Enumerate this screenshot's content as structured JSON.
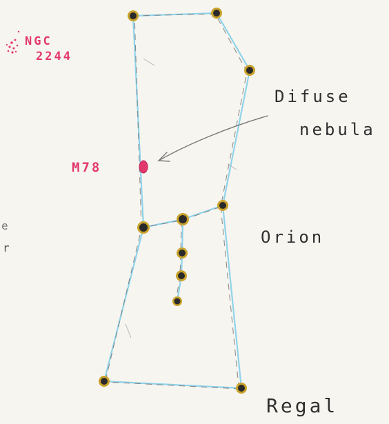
{
  "labels": {
    "ngc_line1": "NGC",
    "ngc_line2": "2244",
    "diffuse_line1": "Difuse",
    "diffuse_line2": "nebula",
    "m78": "M78",
    "orion": "Orion",
    "regal": "Regal",
    "edge_left_1": "e",
    "edge_left_2": "r"
  },
  "colors": {
    "paper": "#f7f5f0",
    "line": "#8fd3ea",
    "star_outer": "#c9a22b",
    "star_inner": "#2a2a2a",
    "nebula": "#e2386e",
    "ink": "#2f2f2f",
    "arrow": "#777777"
  }
}
